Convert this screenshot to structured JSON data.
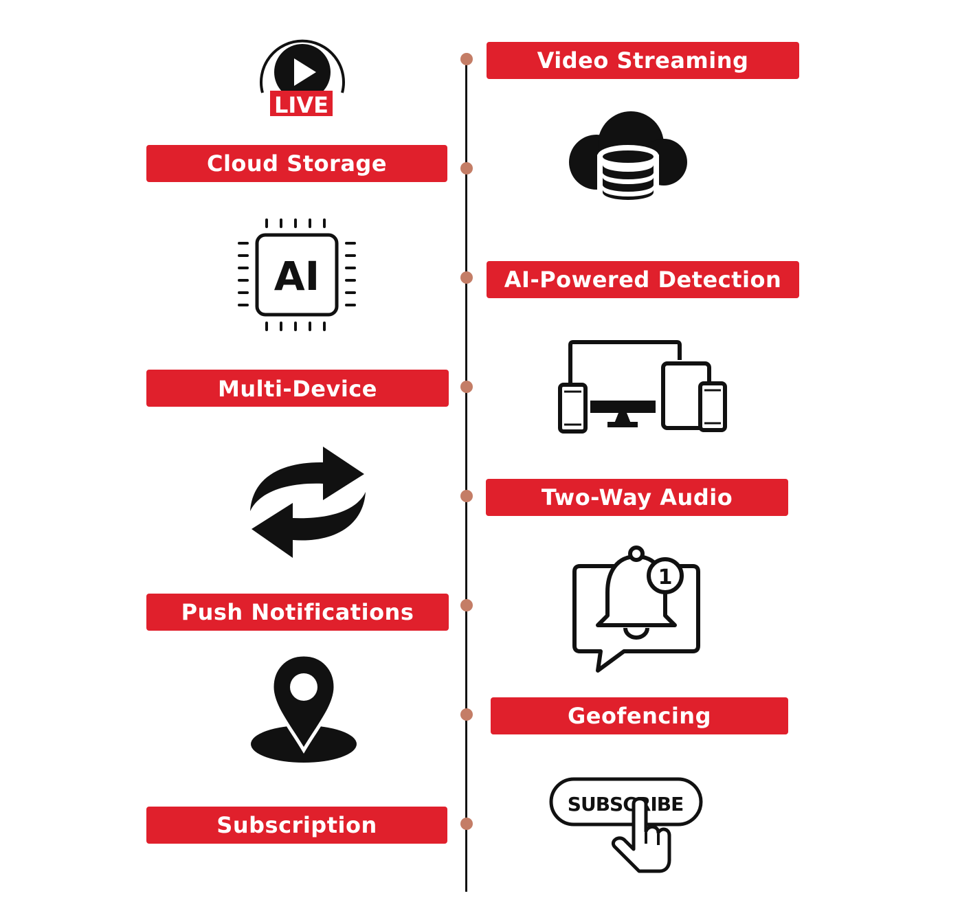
{
  "features": [
    {
      "label": "Video Streaming",
      "icon": "live-stream-icon",
      "side": "right"
    },
    {
      "label": "Cloud Storage",
      "icon": "cloud-database-icon",
      "side": "left"
    },
    {
      "label": "AI-Powered Detection",
      "icon": "ai-chip-icon",
      "side": "right"
    },
    {
      "label": "Multi-Device",
      "icon": "multi-device-icon",
      "side": "left"
    },
    {
      "label": "Two-Way Audio",
      "icon": "two-way-arrows-icon",
      "side": "right"
    },
    {
      "label": "Push Notifications",
      "icon": "notification-bell-icon",
      "side": "left"
    },
    {
      "label": "Geofencing",
      "icon": "location-pin-icon",
      "side": "right"
    },
    {
      "label": "Subscription",
      "icon": "subscribe-button-icon",
      "side": "left"
    }
  ],
  "icon_text": {
    "live": "LIVE",
    "ai": "AI",
    "badge": "1",
    "subscribe": "SUBSCRIBE"
  },
  "colors": {
    "label_bg": "#e0202c",
    "dot": "#c47d66",
    "line": "#111111"
  }
}
